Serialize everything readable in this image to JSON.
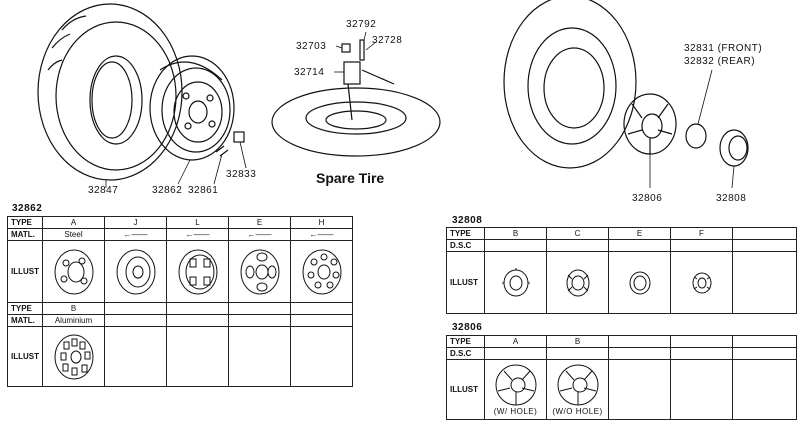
{
  "callouts": {
    "p32792": "32792",
    "p32703": "32703",
    "p32728": "32728",
    "p32714": "32714",
    "p32847": "32847",
    "p32862": "32862",
    "p32861": "32861",
    "p32833": "32833",
    "p32831": "32831 (FRONT)",
    "p32832": "32832 (REAR)",
    "p32806": "32806",
    "p32808": "32808"
  },
  "spare_tire_title": "Spare Tire",
  "table_wheels": {
    "title": "32862",
    "row1": {
      "type_label": "TYPE",
      "matl_label": "MATL.",
      "illust_label": "ILLUST",
      "types": [
        "A",
        "J",
        "L",
        "E",
        "H"
      ],
      "matl_first": "Steel"
    },
    "row2": {
      "type_label": "TYPE",
      "matl_label": "MATL.",
      "illust_label": "ILLUST",
      "types": [
        "B"
      ],
      "matl_first": "Aluminium"
    }
  },
  "table_caps": {
    "title": "32808",
    "type_label": "TYPE",
    "dsc_label": "D.S.C",
    "illust_label": "ILLUST",
    "types": [
      "B",
      "C",
      "E",
      "F"
    ]
  },
  "table_covers": {
    "title": "32806",
    "type_label": "TYPE",
    "dsc_label": "D.S.C",
    "illust_label": "ILLUST",
    "types": [
      "A",
      "B"
    ],
    "captions": [
      "(W/ HOLE)",
      "(W/O HOLE)"
    ]
  }
}
